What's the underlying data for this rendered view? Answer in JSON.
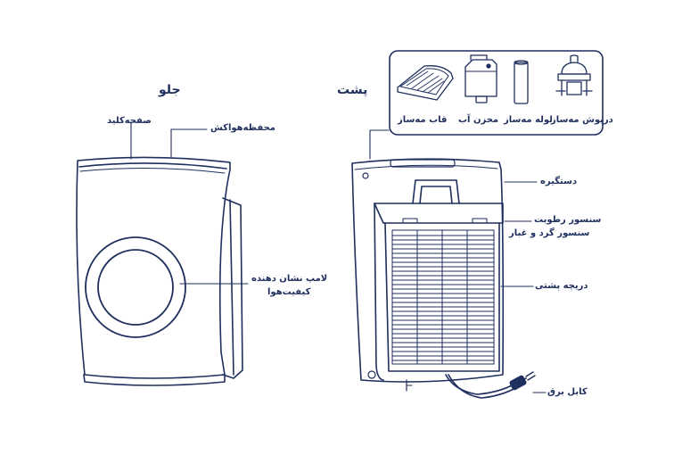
{
  "front": {
    "heading": "جلو",
    "keypad_label": "صفحه‌کلید",
    "suction_label": "محفظه‌هواکش",
    "lamp_label_line1": "لامپ نشان دهنده",
    "lamp_label_line2": "کیفیت‌هوا"
  },
  "back": {
    "heading": "پشت",
    "handle_label": "دستگیره",
    "sensor_label_line1": "سنسور رطوبت",
    "sensor_label_line2": "سنسور گرد و غبار",
    "rear_grille_label": "دریچه پشتی",
    "power_cable_label": "کابل برق"
  },
  "accessories": {
    "items": [
      {
        "label": "قاب مه‌ساز",
        "icon": "humidifier-frame-icon"
      },
      {
        "label": "مخزن آب",
        "icon": "water-tank-icon"
      },
      {
        "label": "لوله مه‌ساز",
        "icon": "humidifier-tube-icon"
      },
      {
        "label": "دریوش مه‌ساز",
        "icon": "humidifier-cap-icon"
      }
    ]
  },
  "colors": {
    "line": "#1f2f5e",
    "background": "#ffffff"
  }
}
